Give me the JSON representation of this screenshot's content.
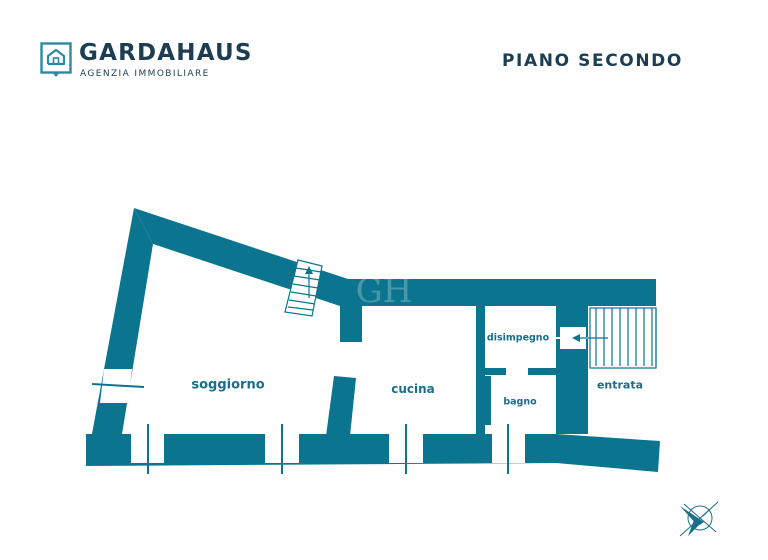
{
  "brand": {
    "name": "GARDAHAUS",
    "tagline": "AGENZIA IMMOBILIARE"
  },
  "floor": {
    "title": "PIANO SECONDO"
  },
  "rooms": {
    "soggiorno": "soggiorno",
    "cucina": "cucina",
    "disimpegno": "disimpegno",
    "bagno": "bagno",
    "entrata": "entrata"
  },
  "colors": {
    "wall": "#0b7590",
    "text": "#1a6e8a",
    "brand": "#1d3e52"
  },
  "icons": {
    "logo": "house-icon",
    "compass": "compass-rose-icon"
  }
}
